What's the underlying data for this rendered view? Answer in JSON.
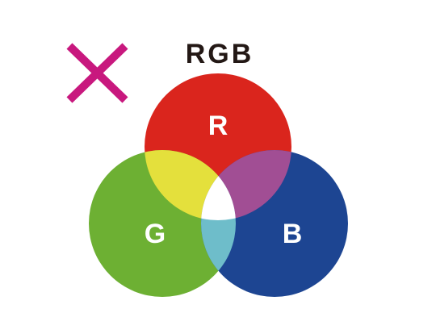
{
  "title": "RGB",
  "mark": {
    "icon": "cross-mark-icon",
    "color": "#c8187e"
  },
  "circles": [
    {
      "id": "red",
      "label": "R",
      "color": "#da251d"
    },
    {
      "id": "green",
      "label": "G",
      "color": "#6db033"
    },
    {
      "id": "blue",
      "label": "B",
      "color": "#1d4592"
    }
  ],
  "overlaps": {
    "red_green": "#e4e03c",
    "red_blue": "#a14e94",
    "green_blue": "#6ebdca",
    "center": "#ffffff"
  }
}
